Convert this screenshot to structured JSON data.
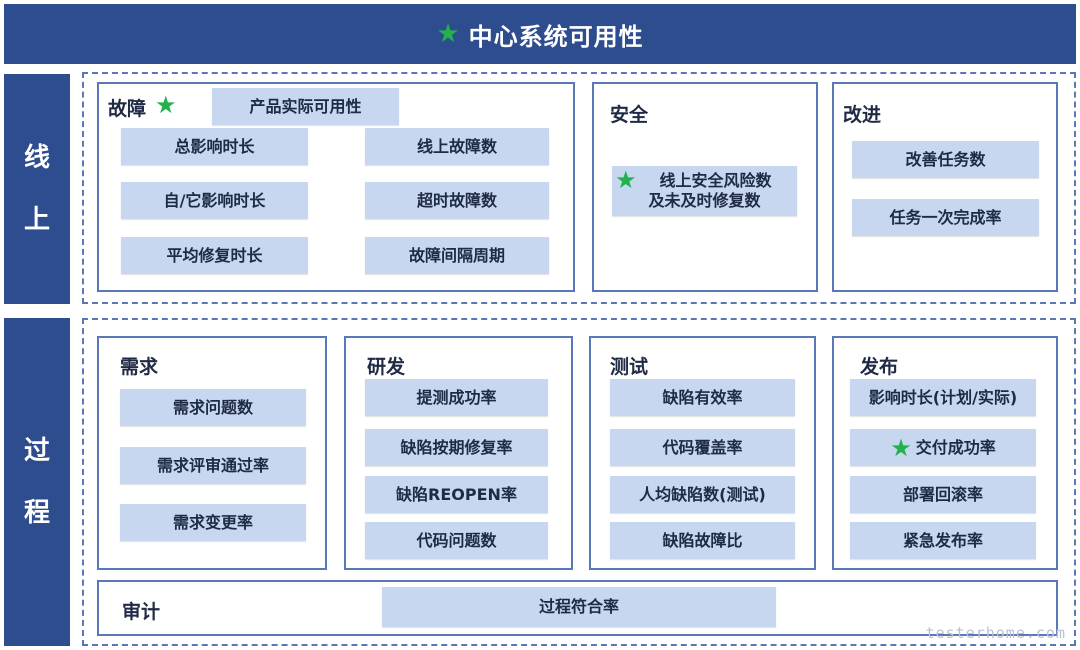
{
  "title": "中心系统可用性",
  "online": {
    "label": [
      "线",
      "上"
    ],
    "fault": {
      "title": "故障",
      "tag": "产品实际可用性",
      "metrics": [
        "总影响时长",
        "线上故障数",
        "自/它影响时长",
        "超时故障数",
        "平均修复时长",
        "故障间隔周期"
      ]
    },
    "security": {
      "title": "安全",
      "metric_line1": "线上安全风险数",
      "metric_line2": "及未及时修复数"
    },
    "improve": {
      "title": "改进",
      "metrics": [
        "改善任务数",
        "任务一次完成率"
      ]
    }
  },
  "process": {
    "label": [
      "过",
      "程"
    ],
    "requirements": {
      "title": "需求",
      "metrics": [
        "需求问题数",
        "需求评审通过率",
        "需求变更率"
      ]
    },
    "development": {
      "title": "研发",
      "metrics": [
        "提测成功率",
        "缺陷按期修复率",
        "缺陷REOPEN率",
        "代码问题数"
      ]
    },
    "testing": {
      "title": "测试",
      "metrics": [
        "缺陷有效率",
        "代码覆盖率",
        "人均缺陷数(测试)",
        "缺陷故障比"
      ]
    },
    "release": {
      "title": "发布",
      "metrics": [
        "影响时长(计划/实际)",
        "交付成功率",
        "部署回滚率",
        "紧急发布率"
      ]
    },
    "audit": {
      "title": "审计",
      "metric": "过程符合率"
    }
  },
  "watermark": "testerhome.com",
  "colors": {
    "header": "#2e4d8f",
    "metric_fill": "#c7d7f0",
    "border": "#5a78b8",
    "star": "#22b14c"
  }
}
